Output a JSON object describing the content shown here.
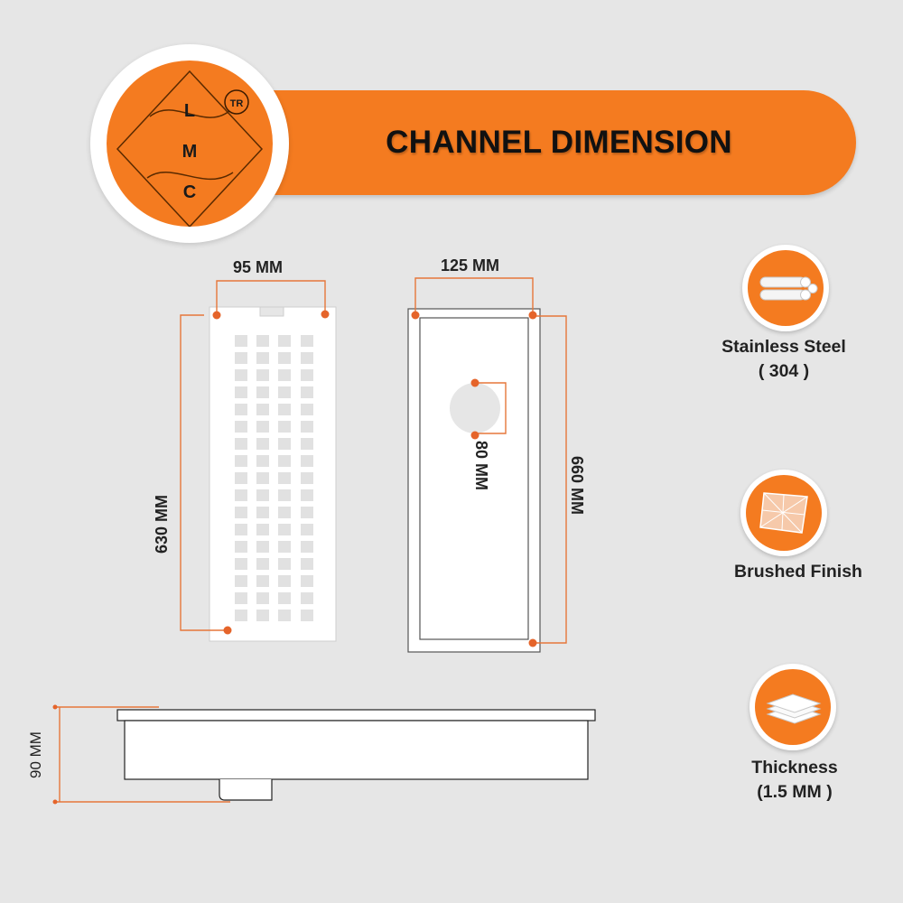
{
  "banner": {
    "title": "CHANNEL DIMENSION"
  },
  "logo": {
    "letters": [
      "L",
      "M",
      "C"
    ],
    "badge": "TR"
  },
  "dimensions": {
    "grate_width": "95 MM",
    "grate_length": "630 MM",
    "channel_width": "125 MM",
    "channel_length": "660 MM",
    "outlet_diameter": "80 MM",
    "depth": "90 MM"
  },
  "features": [
    {
      "icon": "pipes-icon",
      "title": "Stainless Steel",
      "subtitle": "( 304 )"
    },
    {
      "icon": "brushed-sheet-icon",
      "title": "Brushed Finish",
      "subtitle": ""
    },
    {
      "icon": "stacked-sheets-icon",
      "title": "Thickness",
      "subtitle": "(1.5 MM )"
    }
  ],
  "colors": {
    "accent": "#f47b20",
    "background": "#e6e6e6",
    "text": "#222222"
  }
}
